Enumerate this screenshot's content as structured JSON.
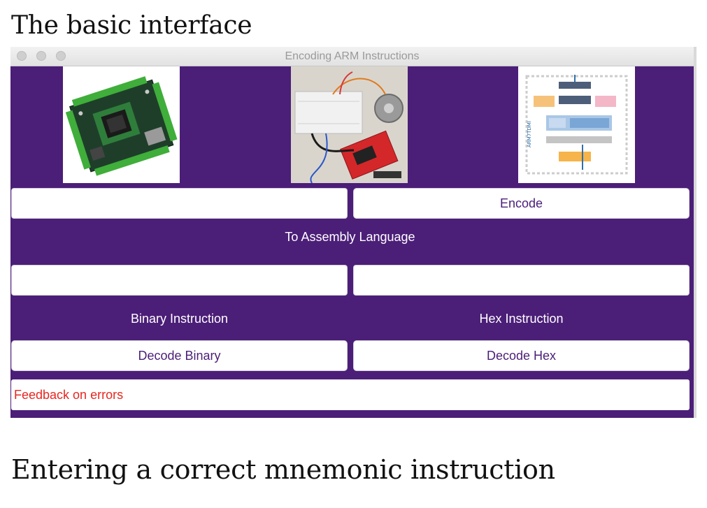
{
  "document": {
    "heading_top": "The basic interface",
    "heading_bottom": "Entering a correct mnemonic instruction"
  },
  "window": {
    "title": "Encoding ARM Instructions",
    "background_color": "#4b1e78"
  },
  "images": [
    {
      "name": "arm-development-board-photo"
    },
    {
      "name": "breadboard-with-stepper-motor-photo"
    },
    {
      "name": "arm-processor-block-diagram"
    }
  ],
  "controls": {
    "mnemonic_input_value": "",
    "encode_button": "Encode",
    "assembly_label": "To Assembly Language",
    "binary_input_value": "",
    "hex_input_value": "",
    "binary_label": "Binary Instruction",
    "hex_label": "Hex Instruction",
    "decode_binary_button": "Decode Binary",
    "decode_hex_button": "Decode Hex",
    "feedback_text": "Feedback on errors",
    "feedback_color": "#e8261f"
  }
}
